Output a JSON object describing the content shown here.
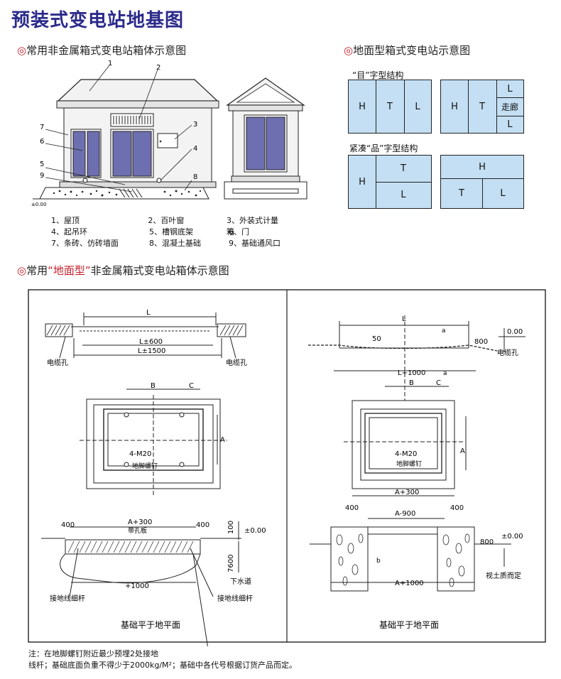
{
  "page": {
    "title": "预装式变电站地基图"
  },
  "sections": {
    "nonmetal": {
      "marker": "◎",
      "title": "常用非金属箱式变电站箱体示意图"
    },
    "ground": {
      "marker": "◎",
      "title": "地面型箱式变电站示意图"
    },
    "ground_nonmetal": {
      "marker": "◎",
      "prefix": "常用",
      "highlight": "“地面型”",
      "suffix": "非金属箱式变电站箱体示意图"
    }
  },
  "callouts": [
    "1",
    "2",
    "3",
    "4",
    "5",
    "6",
    "7",
    "8",
    "9"
  ],
  "elevation_mark": "±0.00",
  "legend": [
    [
      "1、屋顶",
      "2、百叶窗",
      "3、外装式计量箱"
    ],
    [
      "4、起吊环",
      "5、槽钢底架",
      "6、门"
    ],
    [
      "7、条砖、仿砖墙面",
      "8、混凝土基础",
      "9、基础通风口"
    ]
  ],
  "layouts": {
    "mu": {
      "caption": "“目”字型结构",
      "a": [
        "H",
        "T",
        "L"
      ],
      "b": [
        "H",
        "T",
        "L",
        "走廊",
        "L"
      ]
    },
    "pin": {
      "caption": "紧凑“品”字型结构",
      "a": [
        "H",
        "T",
        "L"
      ],
      "b": [
        "H",
        "T",
        "L"
      ]
    }
  },
  "left_drawing": {
    "dim_L": "L",
    "dim_L600": "L±600",
    "dim_L1500": "L±1500",
    "cable_hole_left": "电缆孔",
    "cable_hole_right": "电缆孔",
    "dim_B": "B",
    "dim_C": "C",
    "dim_A": "A",
    "bolt_count": "4-M20",
    "bolt_label": "地脚螺钉",
    "dim_A300": "A+300",
    "dim_400a": "400",
    "dim_400b": "400",
    "dim_100": "100",
    "elev": "±0.00",
    "plate": "带孔板",
    "dim_7600": "7600",
    "drain": "下水道",
    "dim_1000": "+1000",
    "ground_rod_left": "接地线细杆",
    "ground_rod_right": "接地线细杆",
    "caption": "基础平于地平面"
  },
  "right_drawing": {
    "dim_L": "L",
    "dim_a1": "a",
    "elev": "0.00",
    "dim_50": "50",
    "dim_800": "800",
    "cable_hole": "电缆孔",
    "dim_L1000": "L+1000",
    "dim_a2": "a",
    "dim_B": "B",
    "dim_C": "C",
    "dim_A": "A",
    "bolt_count": "4-M20",
    "bolt_label": "地脚螺钉",
    "dim_A300": "A+300",
    "dim_400a": "400",
    "dim_400b": "400",
    "dim_A900": "A-900",
    "mark_b1": "b",
    "mark_b2": "b",
    "elev2": "±0.00",
    "dim_800b": "800",
    "soil_note": "视土质而定",
    "dim_A1000": "A+1000",
    "caption": "基础平于地平面"
  },
  "notes": {
    "line1": "注：在地脚螺钉附近最少预埋2处接地",
    "line2": "线杆；基础底面负重不得少于2000kg/M²；基础中各代号根据订货产品而定。"
  },
  "colors": {
    "title": "#2b2a8a",
    "accent": "#c8202a",
    "box_fill": "#c4dff3",
    "door": "#6e6fb0"
  }
}
